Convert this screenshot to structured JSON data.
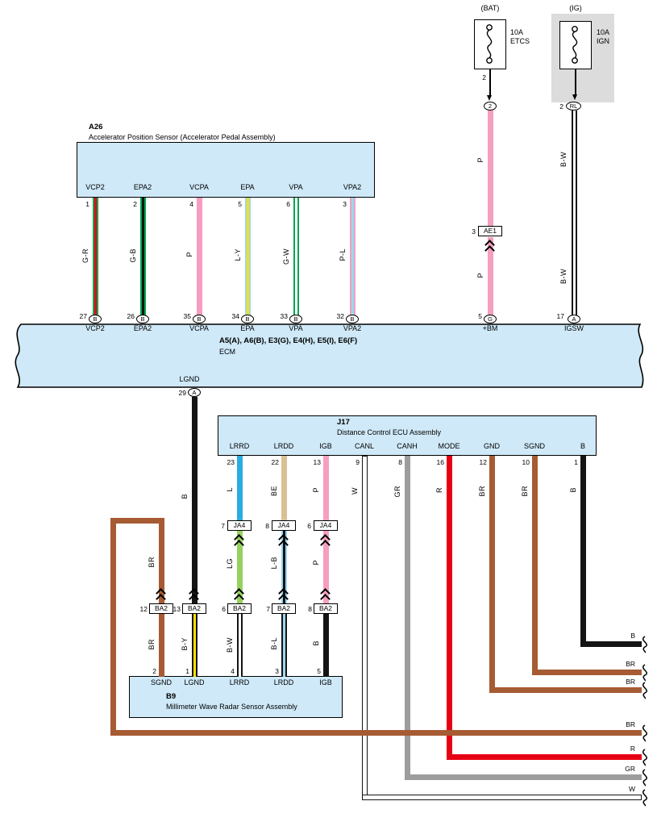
{
  "palette": {
    "box_fill": "#cfe9f8",
    "shade_fill": "#dcdcdc",
    "wire_colors": {
      "B": [
        "#141414"
      ],
      "W": [
        "#ffffff"
      ],
      "BR": [
        "#a65b33"
      ],
      "R": [
        "#e60014"
      ],
      "GR": [
        "#9d9d9d"
      ],
      "P": [
        "#f59ec0"
      ],
      "L": [
        "#2aace2"
      ],
      "BE": [
        "#d9c193"
      ],
      "LG": [
        "#97d05e"
      ],
      "G-R": [
        "#00a551",
        "#e60014"
      ],
      "G-B": [
        "#00a551",
        "#141414"
      ],
      "G-W": [
        "#00a551",
        "#ffffff"
      ],
      "L-Y": [
        "#9bd7f2",
        "#ffe000"
      ],
      "L-B": [
        "#9bd7f2",
        "#141414"
      ],
      "P-L": [
        "#f59ec0",
        "#9bd7f2"
      ],
      "B-W": [
        "#141414",
        "#ffffff"
      ],
      "B-Y": [
        "#141414",
        "#ffe000"
      ],
      "B-L": [
        "#141414",
        "#9bd7f2"
      ]
    },
    "outlined": [
      "W"
    ]
  },
  "fuse_bat": {
    "header": "(BAT)",
    "rating": "10A",
    "name": "ETCS",
    "pin": "2",
    "node": "2"
  },
  "fuse_ig": {
    "header": "(IG)",
    "rating": "10A",
    "name": "IGN",
    "pin": "2",
    "node": "RL"
  },
  "bat_branch": {
    "wire": "P",
    "conn_pin": "3",
    "conn_id": "AE1",
    "ecm_pin": "5",
    "ecm_node": "G",
    "ecm_label": "+BM"
  },
  "ig_branch": {
    "wire": "B-W",
    "ecm_pin": "17",
    "ecm_node": "A",
    "ecm_label": "IGSW"
  },
  "a26": {
    "id": "A26",
    "title": "Accelerator Position Sensor (Accelerator Pedal Assembly)",
    "pins": [
      {
        "name": "VCP2",
        "pin": "1",
        "wire": "G-R",
        "ecm_pin": "27",
        "ecm_node": "B",
        "ecm_name": "VCP2"
      },
      {
        "name": "EPA2",
        "pin": "2",
        "wire": "G-B",
        "ecm_pin": "26",
        "ecm_node": "B",
        "ecm_name": "EPA2"
      },
      {
        "name": "VCPA",
        "pin": "4",
        "wire": "P",
        "ecm_pin": "35",
        "ecm_node": "B",
        "ecm_name": "VCPA"
      },
      {
        "name": "EPA",
        "pin": "5",
        "wire": "L-Y",
        "ecm_pin": "34",
        "ecm_node": "B",
        "ecm_name": "EPA"
      },
      {
        "name": "VPA",
        "pin": "6",
        "wire": "G-W",
        "ecm_pin": "33",
        "ecm_node": "B",
        "ecm_name": "VPA"
      },
      {
        "name": "VPA2",
        "pin": "3",
        "wire": "P-L",
        "ecm_pin": "32",
        "ecm_node": "B",
        "ecm_name": "VPA2"
      }
    ]
  },
  "ecm": {
    "codes": "A5(A), A6(B), E3(G), E4(H), E5(I), E6(F)",
    "name": "ECM",
    "lgnd": {
      "name": "LGND",
      "pin": "29",
      "node": "A",
      "wire": "B"
    }
  },
  "j17": {
    "id": "J17",
    "title": "Distance Control ECU Assembly",
    "pins": [
      {
        "name": "LRRD",
        "pin": "23",
        "wire": "L"
      },
      {
        "name": "LRDD",
        "pin": "22",
        "wire": "BE"
      },
      {
        "name": "IGB",
        "pin": "13",
        "wire": "P"
      },
      {
        "name": "CANL",
        "pin": "9",
        "wire": "W"
      },
      {
        "name": "CANH",
        "pin": "8",
        "wire": "GR"
      },
      {
        "name": "MODE",
        "pin": "16",
        "wire": "R"
      },
      {
        "name": "GND",
        "pin": "12",
        "wire": "BR"
      },
      {
        "name": "SGND",
        "pin": "10",
        "wire": "BR"
      },
      {
        "name": "B",
        "pin": "1",
        "wire": "B"
      }
    ]
  },
  "ja4": {
    "id": "JA4",
    "items": [
      {
        "pin": "7",
        "wire_below": "LG"
      },
      {
        "pin": "8",
        "wire_below": "L-B"
      },
      {
        "pin": "6",
        "wire_below": "P"
      }
    ]
  },
  "ba2": {
    "id": "BA2",
    "items": [
      {
        "pin": "12",
        "wire_above": "BR",
        "wire_below": "BR"
      },
      {
        "pin": "13",
        "wire_above": "B",
        "wire_below": "B-Y"
      },
      {
        "pin": "6",
        "wire_below": "B-W"
      },
      {
        "pin": "7",
        "wire_below": "B-L"
      },
      {
        "pin": "8",
        "wire_below": "B"
      }
    ]
  },
  "b9": {
    "id": "B9",
    "title": "Millimeter Wave Radar Sensor Assembly",
    "pins": [
      {
        "pin": "2",
        "name": "SGND"
      },
      {
        "pin": "1",
        "name": "LGND"
      },
      {
        "pin": "4",
        "name": "LRRD"
      },
      {
        "pin": "3",
        "name": "LRDD"
      },
      {
        "pin": "5",
        "name": "IGB"
      }
    ]
  },
  "offpage": [
    {
      "wire": "B"
    },
    {
      "wire": "BR"
    },
    {
      "wire": "BR"
    },
    {
      "wire": "BR"
    },
    {
      "wire": "R"
    },
    {
      "wire": "GR"
    },
    {
      "wire": "W"
    }
  ]
}
